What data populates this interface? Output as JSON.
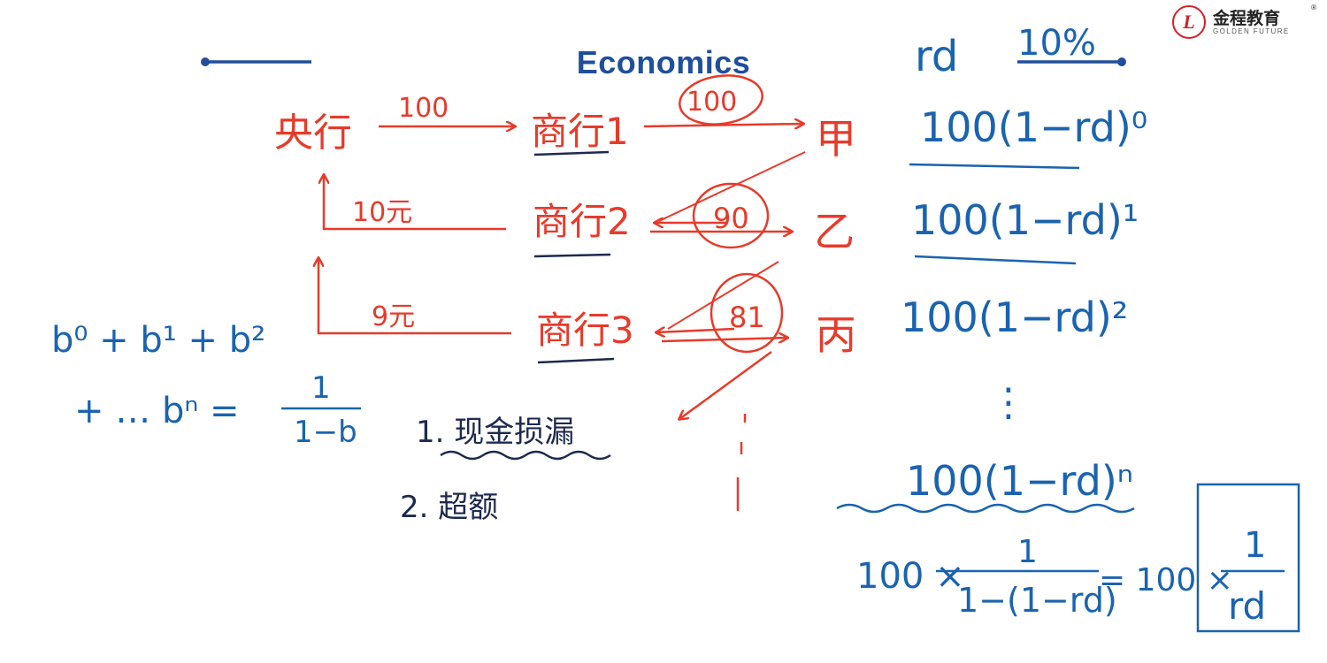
{
  "title": "Economics",
  "logo": {
    "name": "金程教育",
    "reg": "®",
    "sub": "GOLDEN FUTURE",
    "mark": "L"
  },
  "colors": {
    "title": "#1f4e9c",
    "red_ink": "#e83a2a",
    "blue_ink": "#1a63b0",
    "dark_ink": "#1d2a4f",
    "logo_red": "#d32027"
  },
  "diagram": {
    "central_bank": "央行",
    "banks": [
      "商行1",
      "商行2",
      "商行3"
    ],
    "depositors": [
      "甲",
      "乙",
      "丙"
    ],
    "flow_top": "100",
    "loan_1": "100",
    "reserve_1": "10元",
    "loan_2": "90",
    "reserve_2": "9元",
    "loan_3": "81"
  },
  "notes": {
    "item_1": "1. 现金损漏",
    "item_2": "2. 超额"
  },
  "series_formula": {
    "line1": "b⁰ + b¹ + b²",
    "line2": "+ … bⁿ =",
    "numerator": "1",
    "denominator": "1−b"
  },
  "rate": {
    "label": "rd",
    "value": "10%"
  },
  "terms": [
    "100(1−rd)⁰",
    "100(1−rd)¹",
    "100(1−rd)²",
    "⋮",
    "100(1−rd)ⁿ"
  ],
  "sum_formula": {
    "left": "100 ×",
    "frac1_num": "1",
    "frac1_den": "1−(1−rd)",
    "equals": "= 100 ×",
    "frac2_num": "1",
    "frac2_den": "rd"
  }
}
